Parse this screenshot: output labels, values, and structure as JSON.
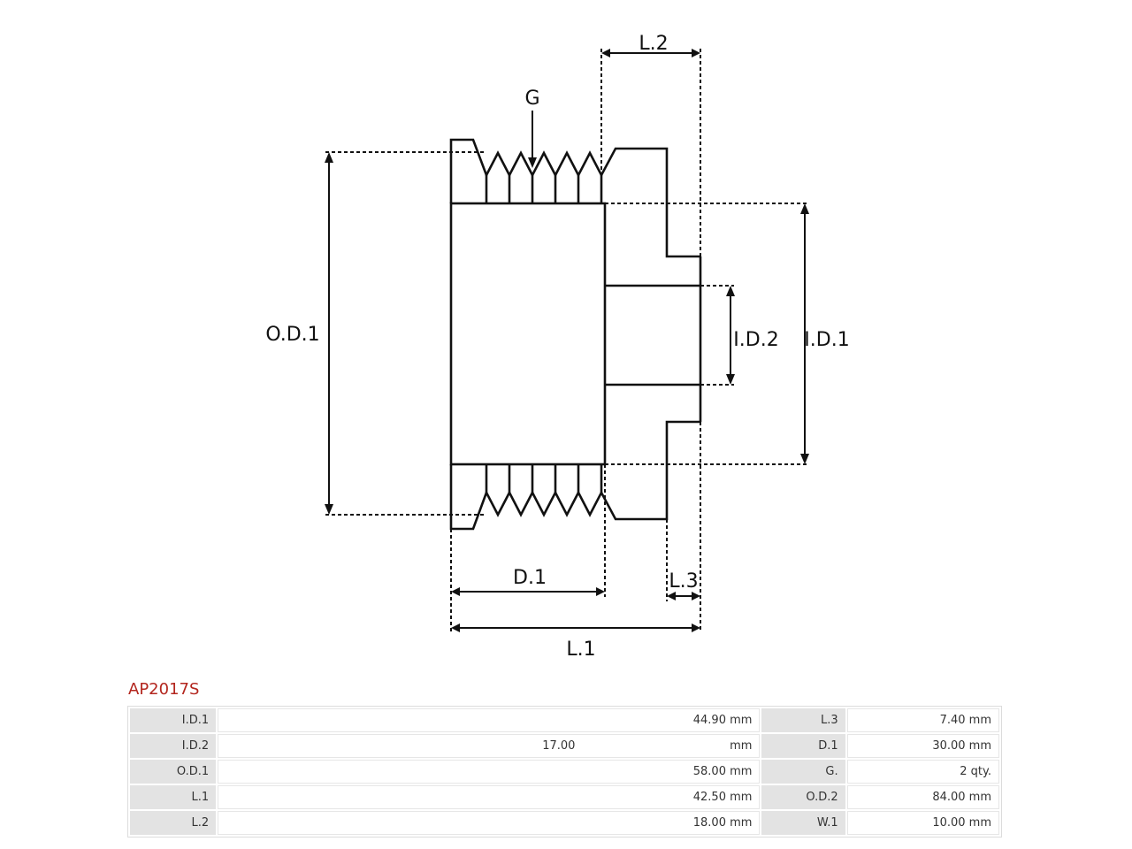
{
  "diagram": {
    "labels": {
      "L2": "L.2",
      "G": "G",
      "OD1": "O.D.1",
      "ID2": "I.D.2",
      "ID1": "I.D.1",
      "D1": "D.1",
      "L3": "L.3",
      "L1": "L.1"
    }
  },
  "part_number": "AP2017S",
  "specs": [
    {
      "label": "I.D.1",
      "value": "44.90 mm",
      "label2": "L.3",
      "value2": "7.40 mm"
    },
    {
      "label": "I.D.2",
      "value_num": "17.00",
      "value_unit": "mm",
      "label2": "D.1",
      "value2": "30.00 mm"
    },
    {
      "label": "O.D.1",
      "value": "58.00 mm",
      "label2": "G.",
      "value2": "2 qty."
    },
    {
      "label": "L.1",
      "value": "42.50 mm",
      "label2": "O.D.2",
      "value2": "84.00 mm"
    },
    {
      "label": "L.2",
      "value": "18.00 mm",
      "label2": "W.1",
      "value2": "10.00 mm"
    }
  ]
}
